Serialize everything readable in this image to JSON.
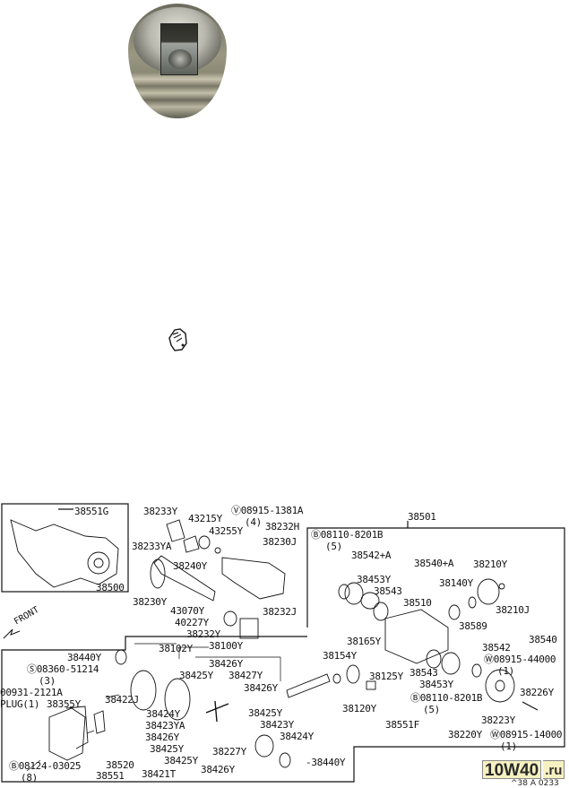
{
  "photo": {
    "subject": "plug"
  },
  "diagram": {
    "front_label": "FRONT",
    "labels": [
      "38551G",
      "38500",
      "38233Y",
      "Ⓥ08915-1381A",
      "(4)",
      "43215Y",
      "38232H",
      "43255Y",
      "38233YA",
      "38230J",
      "38240Y",
      "38230Y",
      "43070Y",
      "38232J",
      "40227Y",
      "38232Y",
      "38501",
      "Ⓑ08110-8201B",
      "(5)",
      "38542+A",
      "38540+A",
      "38210Y",
      "38453Y",
      "38140Y",
      "38543",
      "38510",
      "38210J",
      "38589",
      "38540",
      "38165Y",
      "38542",
      "Ⓦ08915-44000",
      "(1)",
      "38154Y",
      "38125Y",
      "38543",
      "38453Y",
      "38226Y",
      "Ⓑ08110-8201B",
      "(5)",
      "38120Y",
      "38223Y",
      "38551F",
      "38220Y",
      "Ⓦ08915-14000",
      "(1)",
      "-38440Y",
      "38102Y",
      "38100Y",
      "38440Y",
      "Ⓢ08360-51214",
      "(3)",
      "00931-2121A",
      "PLUG(1)",
      "38426Y",
      "38425Y",
      "38427Y",
      "38426Y",
      "38355Y",
      "38422J",
      "38424Y",
      "38425Y",
      "38423YA",
      "38423Y",
      "38426Y",
      "38424Y",
      "38425Y",
      "38227Y",
      "38425Y",
      "38426Y",
      "38520",
      "Ⓑ08124-03025",
      "(8)",
      "38551",
      "38421T"
    ],
    "diagram_code": "^38 A 0233"
  },
  "watermark": {
    "main": "10W40",
    "suffix": ".ru"
  }
}
